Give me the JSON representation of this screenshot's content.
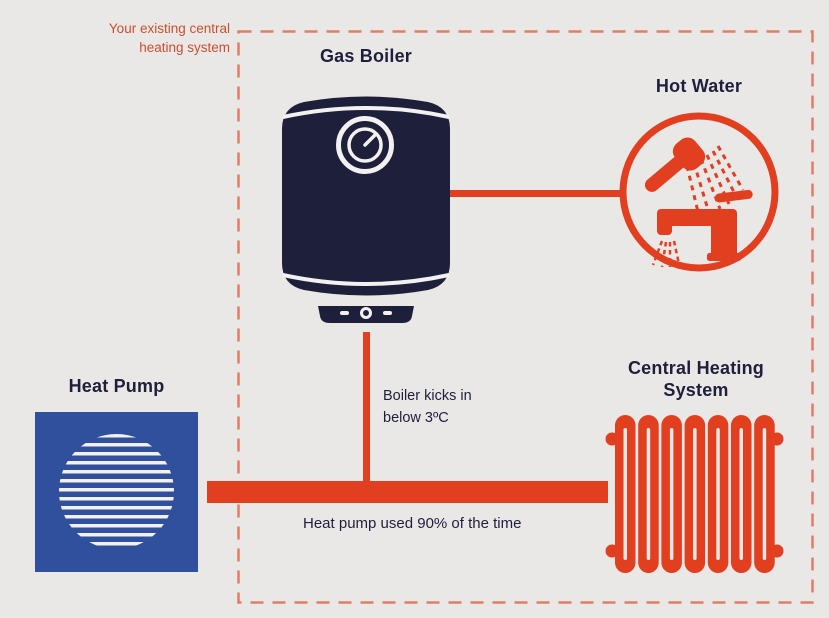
{
  "diagram_title_note": {
    "text": "Your existing central heating system"
  },
  "boiler": {
    "label": "Gas Boiler",
    "note": "Boiler kicks in below 3ºC"
  },
  "hot_water": {
    "label": "Hot Water"
  },
  "central_heating": {
    "label": "Central Heating System"
  },
  "heat_pump": {
    "label": "Heat Pump",
    "note": "Heat pump used 90% of the time"
  },
  "icons": {
    "boiler": "gas-boiler-icon",
    "boiler_dial": "thermostat-dial-icon",
    "hot_water": "hot-water-circle-icon",
    "shower": "shower-head-icon",
    "tap": "tap-faucet-icon",
    "heat_pump": "heat-pump-fan-icon",
    "radiator": "radiator-icon"
  },
  "colors": {
    "bg": "#e9e8e6",
    "navy": "#1e1f3b",
    "red": "#e23e20",
    "salmon": "#df7e64",
    "note-red": "#cc4e2e",
    "blue": "#30509e",
    "white": "#f2f1ef"
  }
}
